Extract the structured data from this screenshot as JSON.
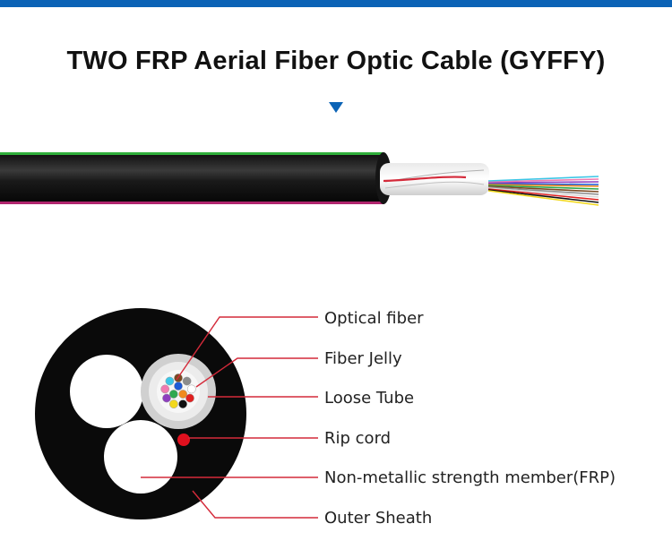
{
  "title": "TWO FRP Aerial Fiber Optic Cable (GYFFY)",
  "colors": {
    "accent": "#0b63b6",
    "sheath": "#111111",
    "leader_line": "#d42a3a",
    "rip_cord": "#e0101e"
  },
  "labels": {
    "optical_fiber": "Optical fiber",
    "fiber_jelly": "Fiber Jelly",
    "loose_tube": "Loose Tube",
    "rip_cord": "Rip cord",
    "frp": "Non-metallic strength member(FRP)",
    "outer_sheath": "Outer Sheath"
  },
  "fiber_colors": [
    "#1e5bd6",
    "#f08a1e",
    "#2fa84f",
    "#7a4a22",
    "#8c8c8c",
    "#ffffff",
    "#e02020",
    "#111111",
    "#f2d81e",
    "#8e3fbf",
    "#f07ab0",
    "#3cc6e6"
  ]
}
